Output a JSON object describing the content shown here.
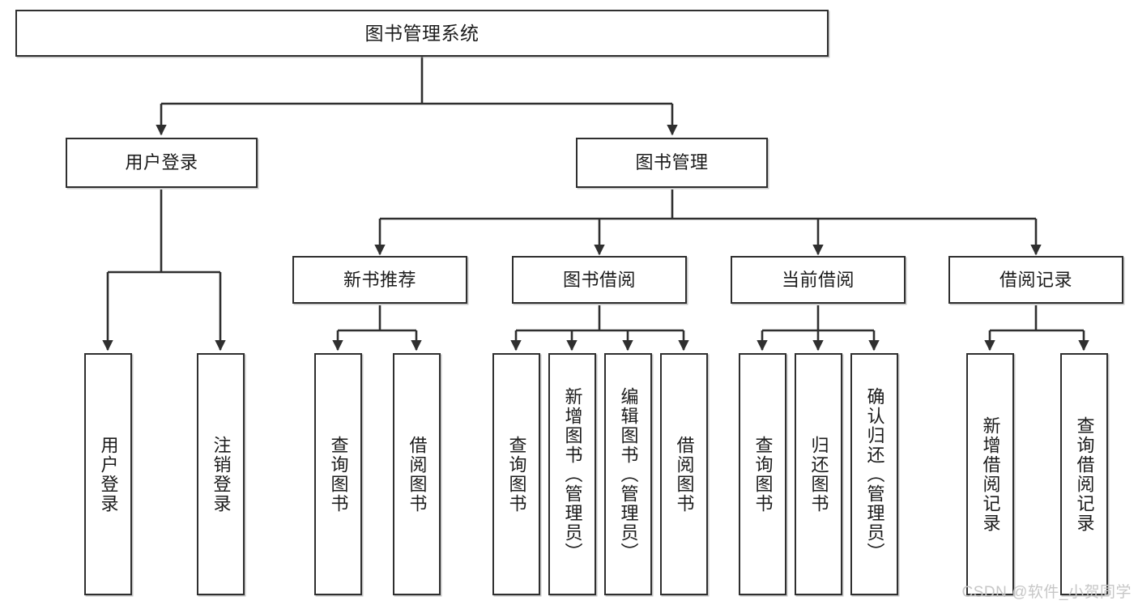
{
  "diagram": {
    "title": "图书管理系统",
    "type": "functional-structure-tree",
    "watermark": "CSDN @软件_小贺同学",
    "colors": {
      "stroke": "#2f2f2f",
      "fill": "#ffffff",
      "text": "#1b1b1b",
      "watermark": "#c7c7c7",
      "background": "#ffffff"
    },
    "nodes": {
      "root": {
        "label": "图书管理系统",
        "level": 0
      },
      "level2": [
        {
          "id": "user-login",
          "label": "用户登录"
        },
        {
          "id": "book-manage",
          "label": "图书管理"
        }
      ],
      "level3": [
        {
          "id": "new-book-recommend",
          "label": "新书推荐"
        },
        {
          "id": "book-borrow",
          "label": "图书借阅"
        },
        {
          "id": "current-borrow",
          "label": "当前借阅"
        },
        {
          "id": "borrow-record",
          "label": "借阅记录"
        }
      ],
      "leaves": {
        "user_login": [
          {
            "id": "leaf-user-login",
            "label": "用户登录"
          },
          {
            "id": "leaf-logout-login",
            "label": "注销登录"
          }
        ],
        "new_book_recommend": [
          {
            "id": "leaf-query-book-1",
            "label": "查询图书"
          },
          {
            "id": "leaf-borrow-book-1",
            "label": "借阅图书"
          }
        ],
        "book_borrow": [
          {
            "id": "leaf-query-book-2",
            "label": "查询图书"
          },
          {
            "id": "leaf-add-book",
            "label": "新增图书（管理员）"
          },
          {
            "id": "leaf-edit-book",
            "label": "编辑图书（管理员）"
          },
          {
            "id": "leaf-borrow-book-2",
            "label": "借阅图书"
          }
        ],
        "current_borrow": [
          {
            "id": "leaf-query-book-3",
            "label": "查询图书"
          },
          {
            "id": "leaf-return-book",
            "label": "归还图书"
          },
          {
            "id": "leaf-confirm-return",
            "label": "确认归还（管理员）"
          }
        ],
        "borrow_record": [
          {
            "id": "leaf-add-record",
            "label": "新增借阅记录"
          },
          {
            "id": "leaf-query-record",
            "label": "查询借阅记录"
          }
        ]
      }
    }
  }
}
